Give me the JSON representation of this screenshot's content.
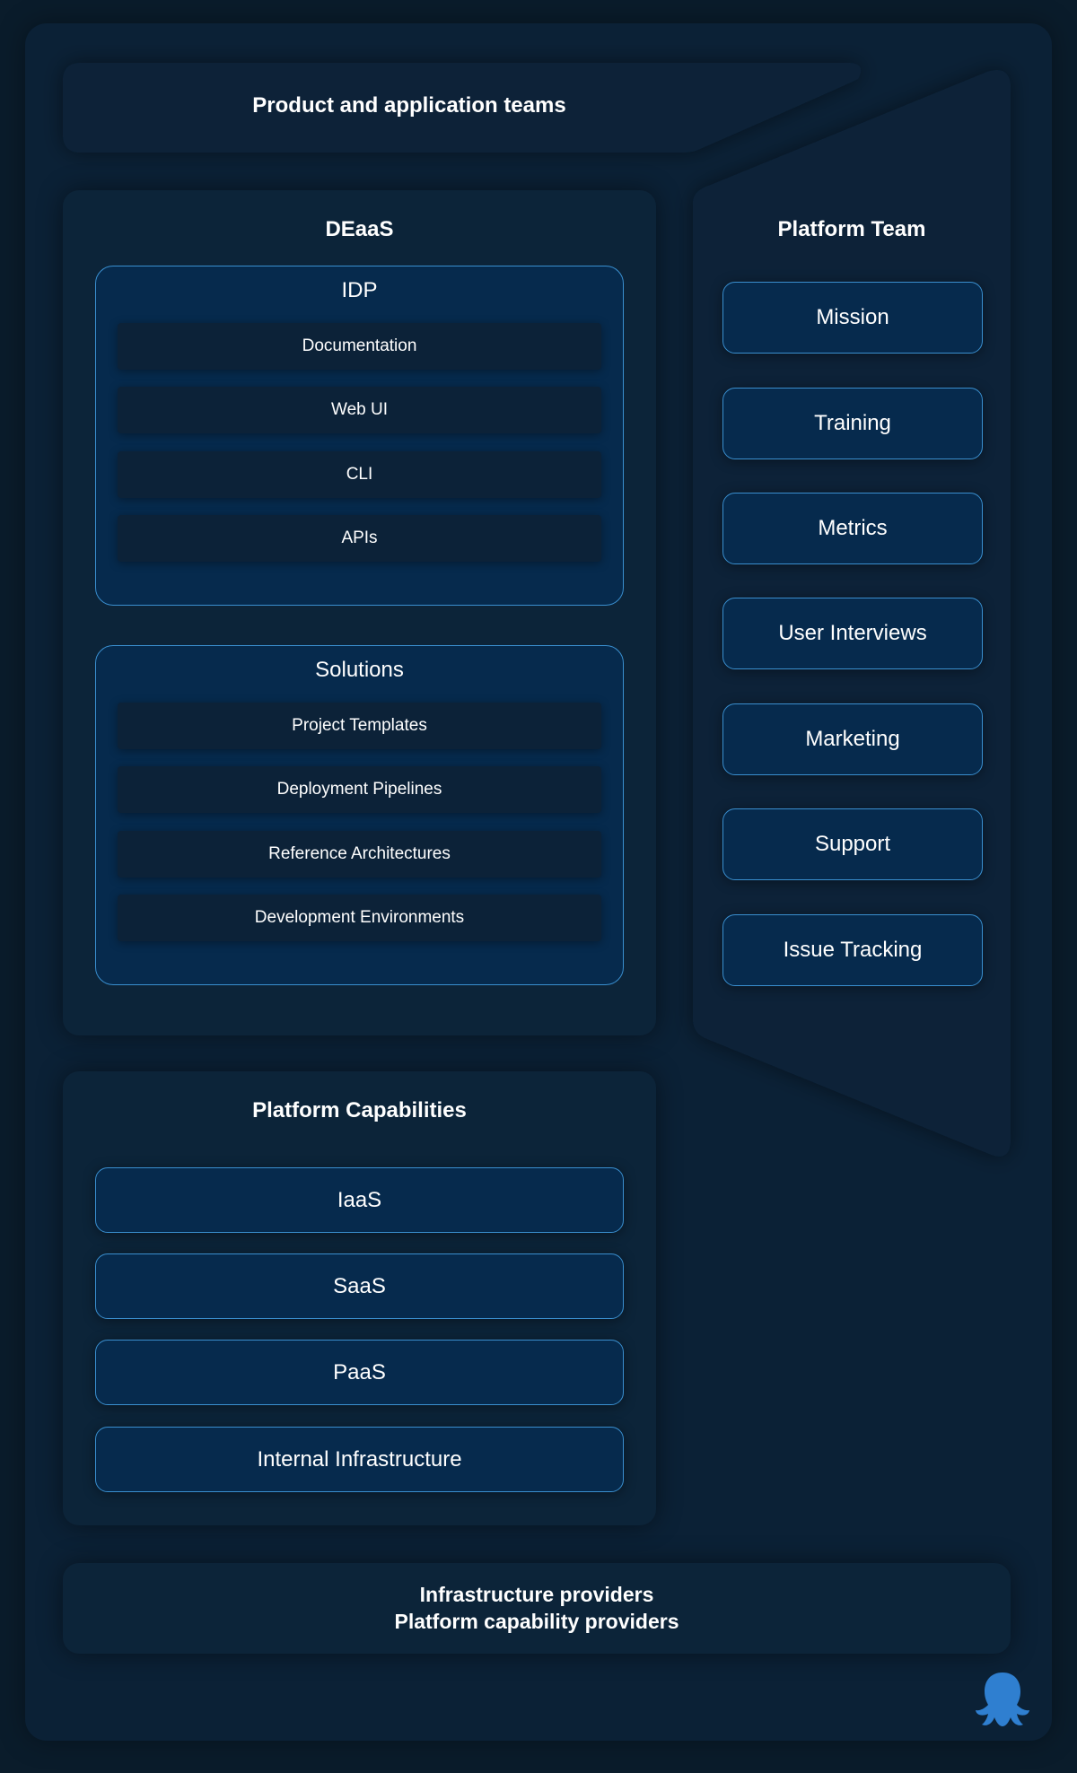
{
  "top_banner": {
    "label": "Product and application teams"
  },
  "deaas": {
    "title": "DEaaS",
    "idp": {
      "title": "IDP",
      "items": [
        "Documentation",
        "Web UI",
        "CLI",
        "APIs"
      ]
    },
    "solutions": {
      "title": "Solutions",
      "items": [
        "Project Templates",
        "Deployment Pipelines",
        "Reference Architectures",
        "Development Environments"
      ]
    }
  },
  "platform_team": {
    "title": "Platform Team",
    "items": [
      "Mission",
      "Training",
      "Metrics",
      "User Interviews",
      "Marketing",
      "Support",
      "Issue Tracking"
    ]
  },
  "capabilities": {
    "title": "Platform Capabilities",
    "items": [
      "IaaS",
      "SaaS",
      "PaaS",
      "Internal Infrastructure"
    ]
  },
  "bottom_banner": {
    "line1": "Infrastructure providers",
    "line2": "Platform capability providers"
  },
  "logo": {
    "icon": "octopus-logo-icon",
    "color": "#2f7fd0"
  }
}
